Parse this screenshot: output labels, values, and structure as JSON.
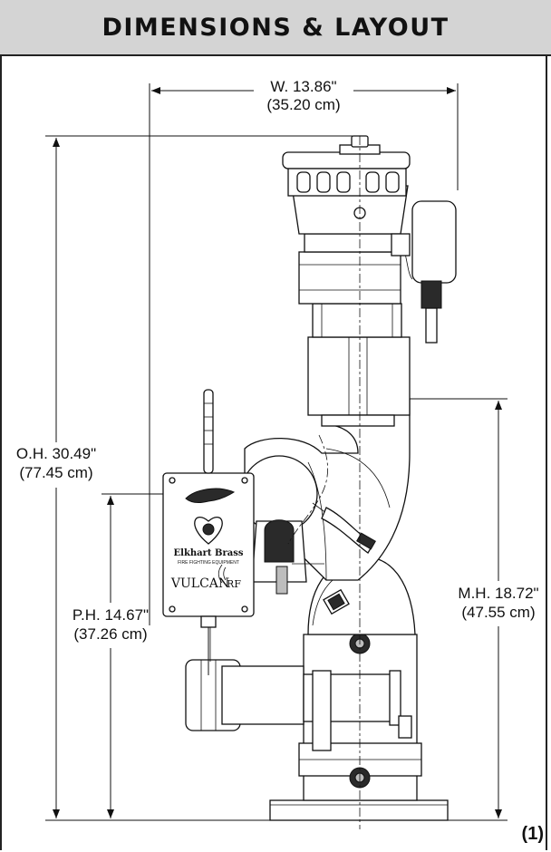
{
  "header": {
    "title": "DIMENSIONS & LAYOUT"
  },
  "dimensions": {
    "width": {
      "line1": "W. 13.86\"",
      "line2": "(35.20 cm)"
    },
    "overall_height": {
      "line1": "O.H. 30.49\"",
      "line2": "(77.45 cm)"
    },
    "pivot_height": {
      "line1": "P.H. 14.67\"",
      "line2": "(37.26 cm)"
    },
    "mount_height": {
      "line1": "M.H. 18.72\"",
      "line2": "(47.55 cm)"
    }
  },
  "device": {
    "brand": "Elkhart Brass",
    "brand_sub": "FIRE FIGHTING EQUIPMENT",
    "product": "VULCAN",
    "product_suffix": "RF"
  },
  "figure_number": "(1)",
  "icons": [
    "elkhart-logo-icon",
    "rf-signal-icon"
  ]
}
